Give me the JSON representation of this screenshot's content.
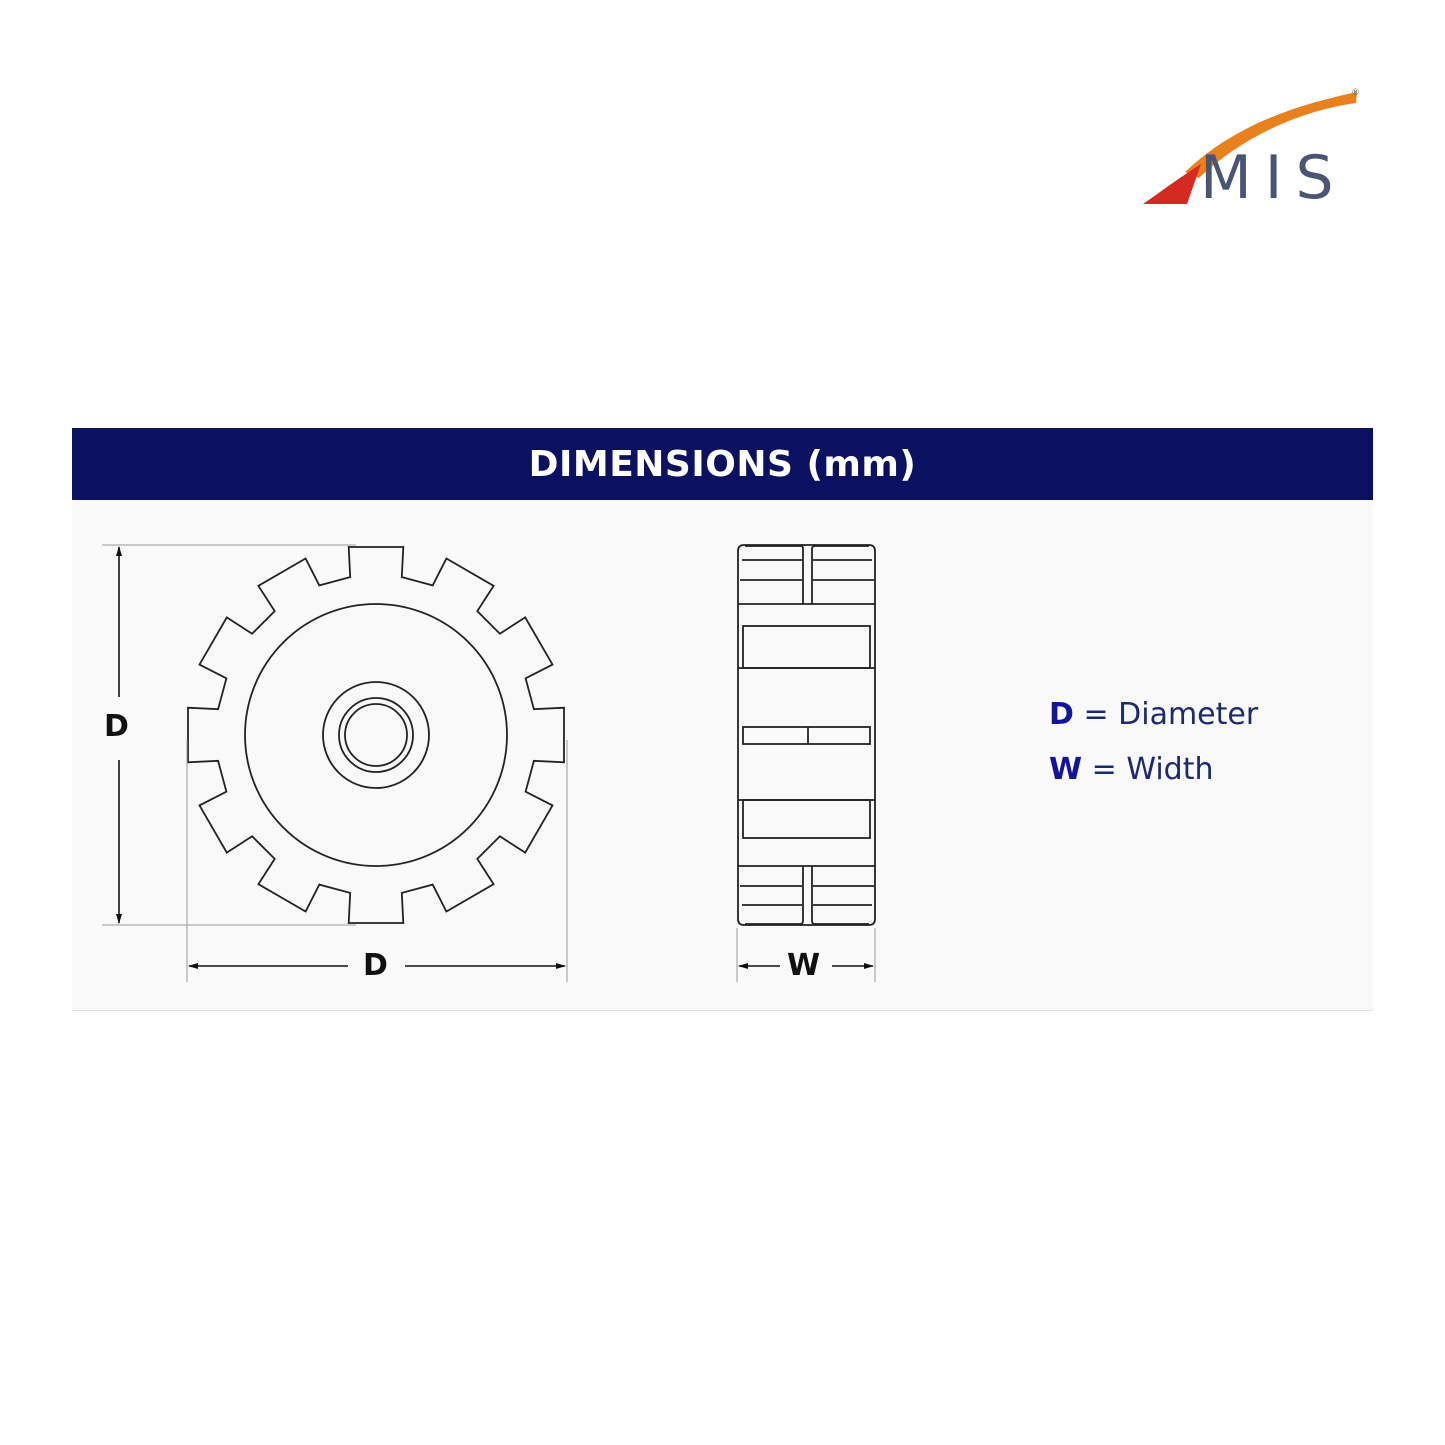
{
  "brand": {
    "name": "MIS",
    "registered_mark": "®",
    "colors": {
      "swoosh_orange": "#e8801e",
      "swoosh_red": "#d42a22",
      "text": "#4a5576"
    }
  },
  "banner": {
    "title": "DIMENSIONS (mm)",
    "background": "#0c1060"
  },
  "drawing": {
    "front_view": {
      "vertical_dim_label": "D",
      "horizontal_dim_label": "D",
      "tooth_count": 12
    },
    "side_view": {
      "width_dim_label": "W"
    }
  },
  "legend": {
    "items": [
      {
        "key": "D",
        "sep": "=",
        "meaning": "Diameter"
      },
      {
        "key": "W",
        "sep": "=",
        "meaning": "Width"
      }
    ]
  }
}
